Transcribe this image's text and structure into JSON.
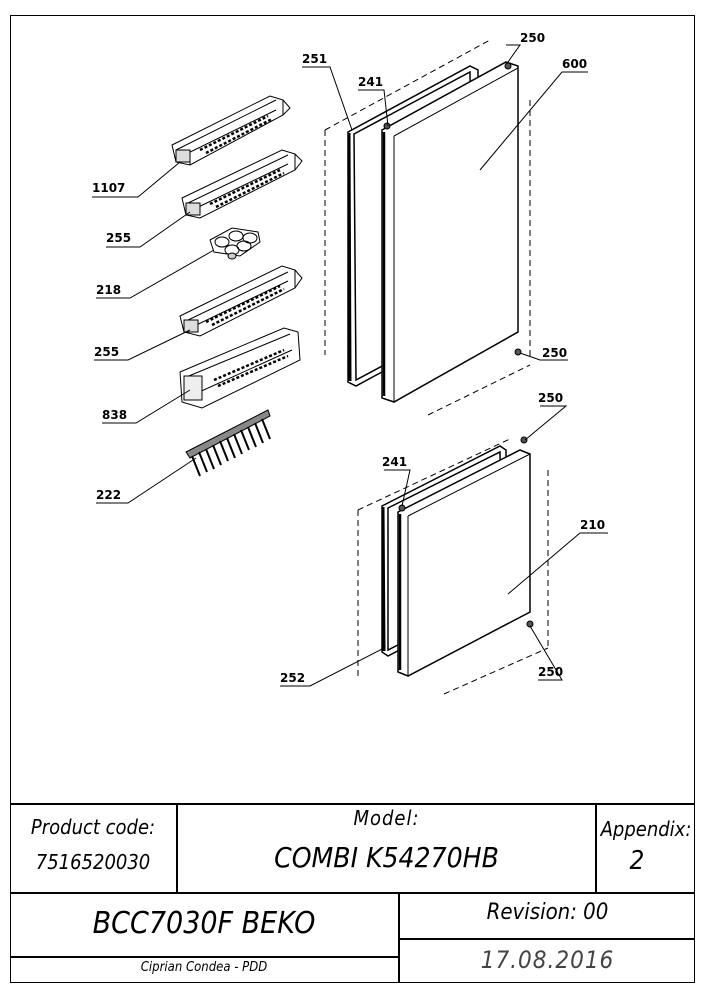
{
  "parts": {
    "p1107": "1107",
    "p255a": "255",
    "p218": "218",
    "p255b": "255",
    "p838": "838",
    "p222": "222",
    "p251": "251",
    "p241a": "241",
    "p250a": "250",
    "p600": "600",
    "p250b": "250",
    "p250c": "250",
    "p241b": "241",
    "p210": "210",
    "p252": "252",
    "p250d": "250"
  },
  "title_block": {
    "product_code_label": "Product code:",
    "product_code": "7516520030",
    "model_label": "Model:",
    "model": "COMBI K54270HB",
    "appendix_label": "Appendix:",
    "appendix": "2",
    "brand_model": "BCC7030F BEKO",
    "revision": "Revision: 00",
    "author": "Ciprian Condea - PDD",
    "date": "17.08.2016"
  }
}
